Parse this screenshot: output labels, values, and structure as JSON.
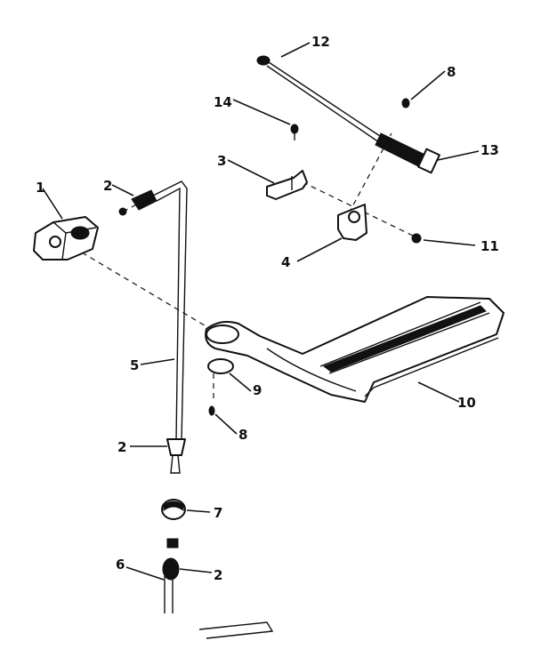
{
  "diagram": {
    "callouts": [
      {
        "id": "c1",
        "text": "1"
      },
      {
        "id": "c2a",
        "text": "2"
      },
      {
        "id": "c2b",
        "text": "2"
      },
      {
        "id": "c2c",
        "text": "2"
      },
      {
        "id": "c3",
        "text": "3"
      },
      {
        "id": "c4",
        "text": "4"
      },
      {
        "id": "c5",
        "text": "5"
      },
      {
        "id": "c6",
        "text": "6"
      },
      {
        "id": "c7",
        "text": "7"
      },
      {
        "id": "c8a",
        "text": "8"
      },
      {
        "id": "c8b",
        "text": "8"
      },
      {
        "id": "c9",
        "text": "9"
      },
      {
        "id": "c10",
        "text": "10"
      },
      {
        "id": "c11",
        "text": "11"
      },
      {
        "id": "c12",
        "text": "12"
      },
      {
        "id": "c13",
        "text": "13"
      },
      {
        "id": "c14",
        "text": "14"
      }
    ]
  }
}
